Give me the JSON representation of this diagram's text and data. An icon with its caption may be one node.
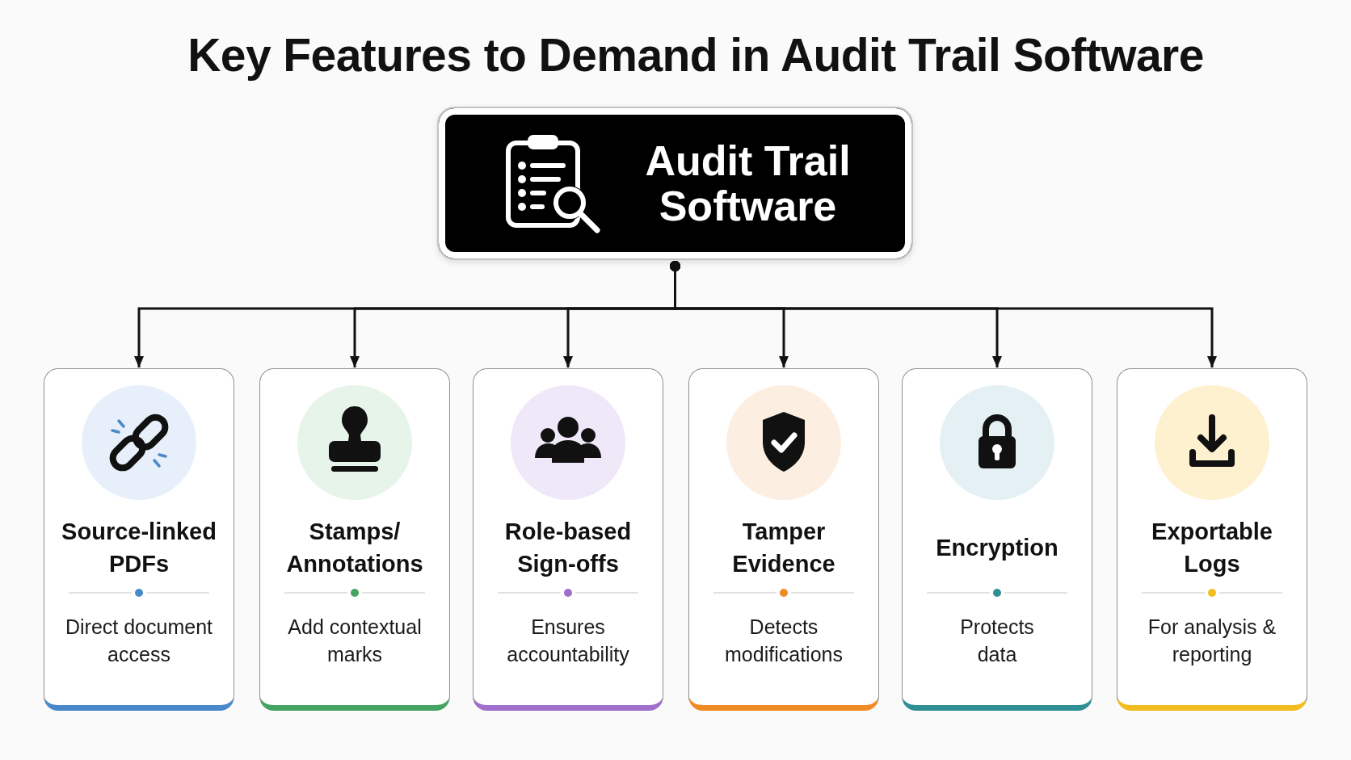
{
  "diagram": {
    "title": "Key Features to Demand in Audit Trail Software",
    "nodes": [
      {
        "text": [
          "Audit Trail Software"
        ]
      },
      {
        "text": [
          "Source-linked PDFs",
          "Direct document access"
        ]
      },
      {
        "text": [
          "Stamps/ Annotations",
          "Add contextual marks"
        ]
      },
      {
        "text": [
          "Role-based Sign-offs",
          "Ensures accountability"
        ]
      },
      {
        "text": [
          "Tamper Evidence",
          "Detects modifications"
        ]
      },
      {
        "text": [
          "Encryption",
          "Protects data"
        ]
      },
      {
        "text": [
          "Exportable Logs",
          "For analysis & reporting"
        ]
      }
    ],
    "edges": [
      {
        "from": 0,
        "to": 1,
        "arrow": "to"
      },
      {
        "from": 0,
        "to": 2,
        "arrow": "to"
      },
      {
        "from": 0,
        "to": 3,
        "arrow": "to"
      },
      {
        "from": 0,
        "to": 4,
        "arrow": "to"
      },
      {
        "from": 0,
        "to": 5,
        "arrow": "to"
      },
      {
        "from": 0,
        "to": 6,
        "arrow": "to"
      }
    ]
  }
}
